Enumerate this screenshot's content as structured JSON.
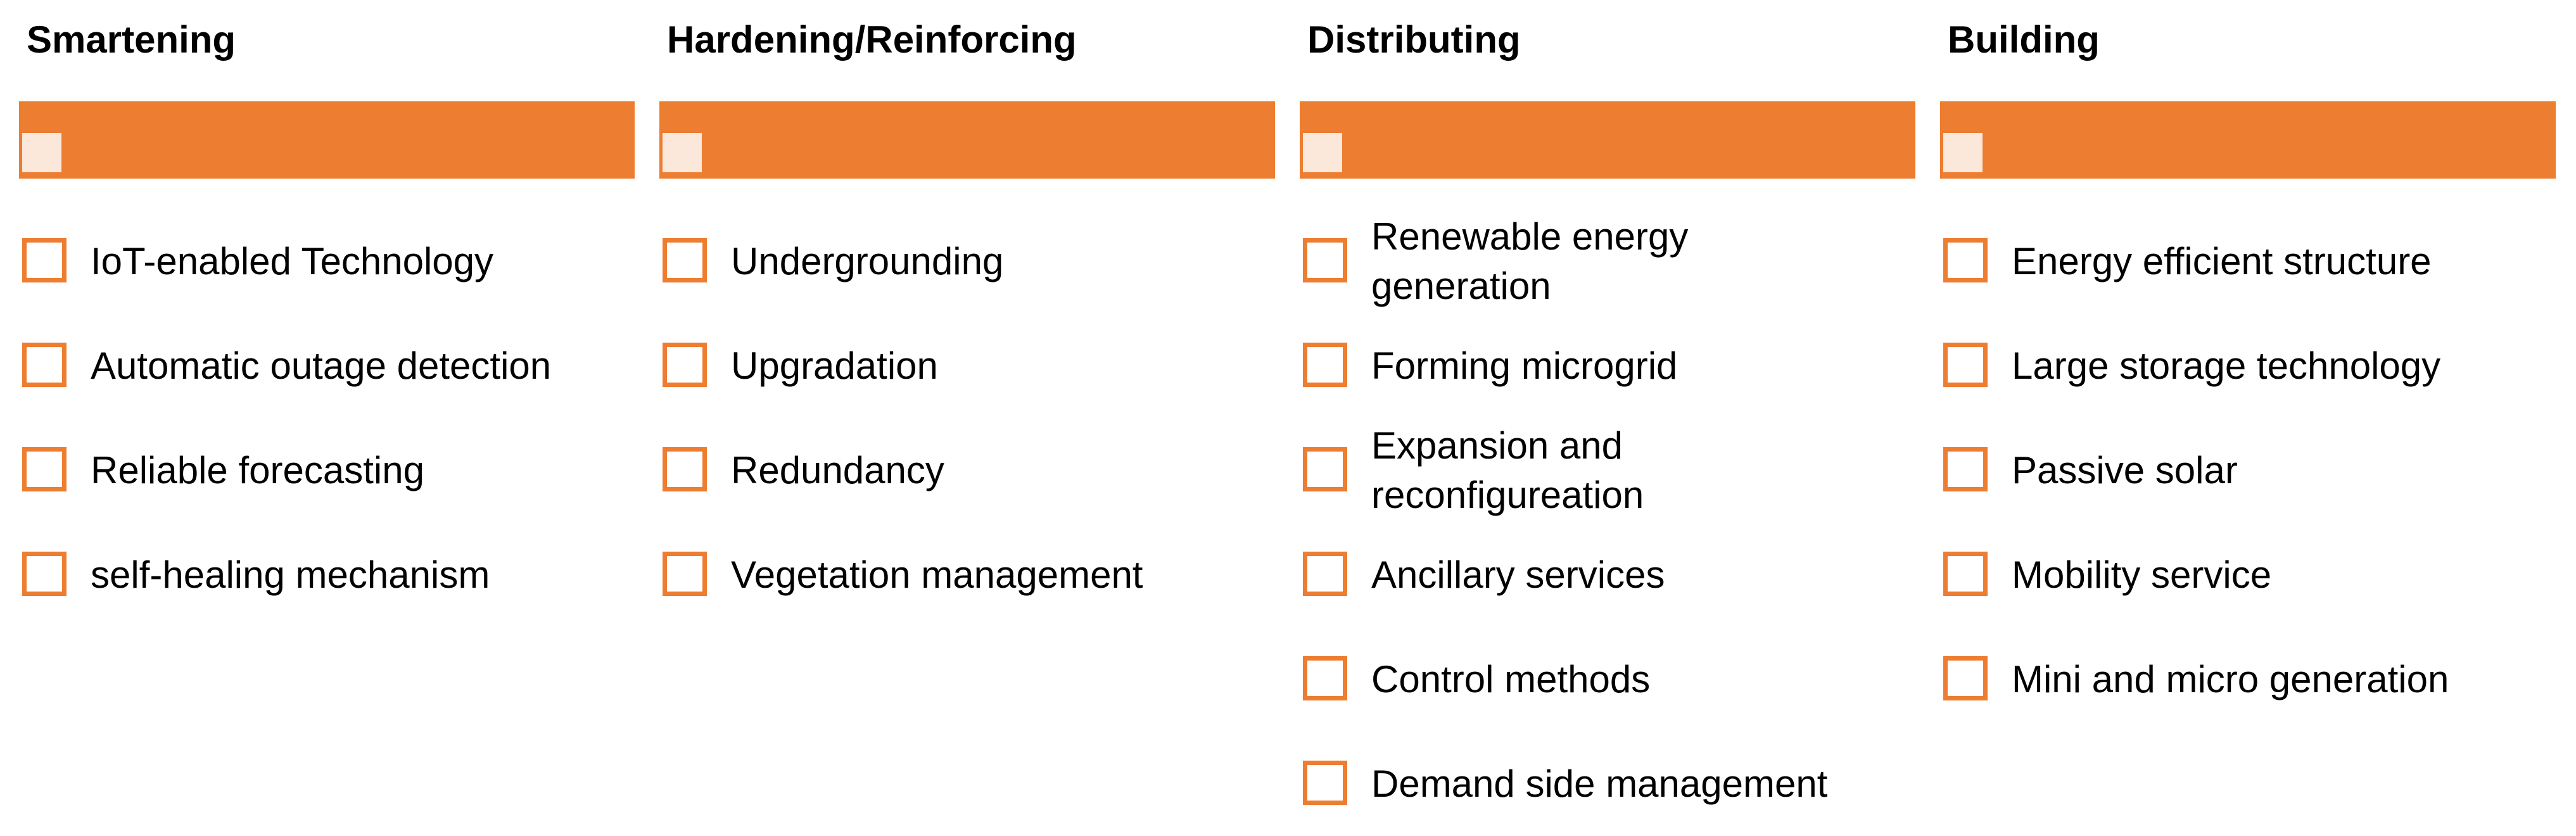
{
  "colors": {
    "accent": "#ed7d31",
    "bar_checkbox_fill": "#fbe8db",
    "text": "#000000"
  },
  "icons": {
    "item_checkbox": "checkbox-icon",
    "bar_checkbox": "checkbox-icon"
  },
  "columns": [
    {
      "title": "Smartening",
      "items": [
        {
          "label": "IoT-enabled Technology"
        },
        {
          "label": "Automatic outage detection"
        },
        {
          "label": "Reliable forecasting"
        },
        {
          "label": "self-healing mechanism"
        }
      ]
    },
    {
      "title": "Hardening/Reinforcing",
      "items": [
        {
          "label": "Undergrounding"
        },
        {
          "label": "Upgradation"
        },
        {
          "label": "Redundancy"
        },
        {
          "label": "Vegetation management"
        }
      ]
    },
    {
      "title": "Distributing",
      "items": [
        {
          "label": "Renewable energy\ngeneration"
        },
        {
          "label": "Forming microgrid"
        },
        {
          "label": "Expansion and\nreconfigureation"
        },
        {
          "label": "Ancillary services"
        },
        {
          "label": "Control methods"
        },
        {
          "label": "Demand side management"
        }
      ]
    },
    {
      "title": "Building",
      "items": [
        {
          "label": "Energy efficient structure"
        },
        {
          "label": "Large storage technology"
        },
        {
          "label": "Passive solar"
        },
        {
          "label": "Mobility service"
        },
        {
          "label": "Mini and micro generation"
        }
      ]
    }
  ]
}
